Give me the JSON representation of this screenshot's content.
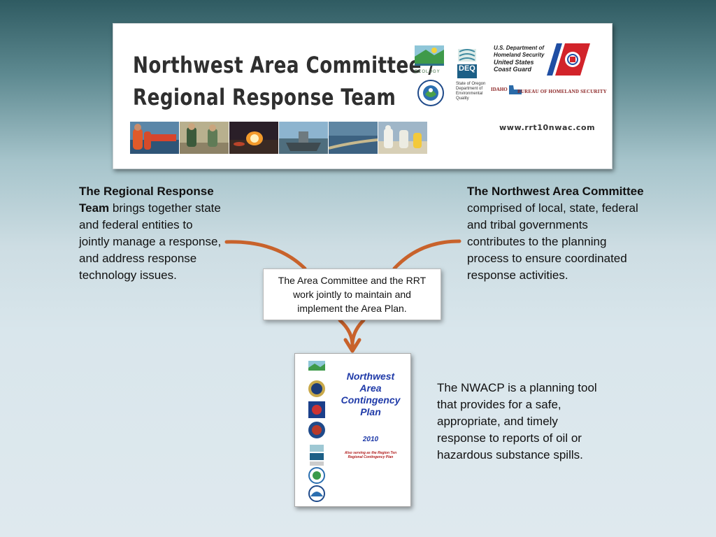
{
  "banner": {
    "title_line1": "Northwest Area Committee /",
    "title_line2": "Regional Response Team",
    "url": "www.rrt10nwac.com",
    "ecology_label": "ECOLOGY",
    "deq_label": "DEQ",
    "deq_caption_line1": "State of Oregon",
    "deq_caption_line2": "Department of",
    "deq_caption_line3": "Environmental",
    "deq_caption_line4": "Quality",
    "uscg_line1": "U.S. Department of",
    "uscg_line2": "Homeland Security",
    "uscg_line3": "United States",
    "uscg_line4": "Coast Guard",
    "idaho_label": "IDAHO",
    "idaho_bureau": "BUREAU OF HOMELAND SECURITY"
  },
  "left_text": {
    "bold": "The Regional Response Team",
    "rest": " brings together state and federal entities to jointly manage a response, and address response technology issues."
  },
  "right_text": {
    "bold": "The Northwest Area Committee",
    "rest": " comprised of local, state, federal and tribal governments contributes to the planning process to ensure coordinated response activities."
  },
  "callout": {
    "text": "The Area Committee and the RRT work jointly to maintain and implement the Area Plan."
  },
  "plan_cover": {
    "title_line1": "Northwest",
    "title_line2": "Area",
    "title_line3": "Contingency",
    "title_line4": "Plan",
    "year": "2010",
    "subtitle_line1": "Also serving as the Region Ten",
    "subtitle_line2": "Regional Contingency Plan"
  },
  "bottom_text": {
    "text": "The NWACP is a planning tool that provides for a safe, appropriate, and timely response to reports of oil or hazardous substance spills."
  },
  "colors": {
    "arrow": "#c8622b",
    "cover_title": "#1f3aa8",
    "cover_subtitle": "#b01c1c",
    "uscg_stripe_red": "#d2232a",
    "uscg_stripe_blue": "#1f4ea3"
  }
}
